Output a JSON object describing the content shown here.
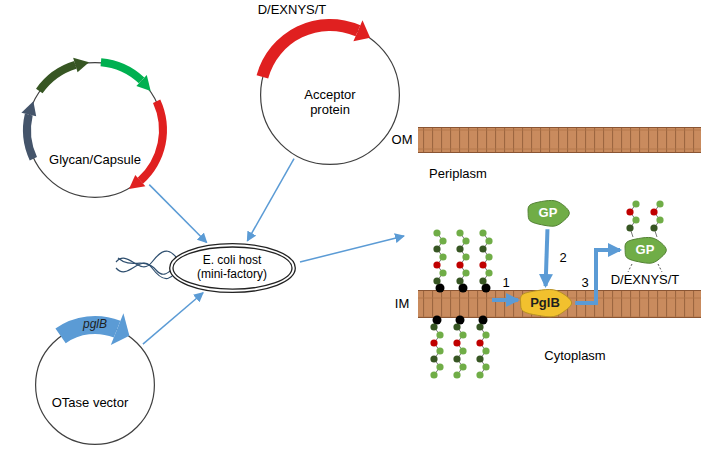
{
  "diagram": {
    "nodes": [
      {
        "text": [
          "Glycan/Capsule"
        ]
      },
      {
        "text": [
          "Acceptor protein"
        ]
      },
      {
        "text": [
          "E. coli host (mini-factory)"
        ]
      },
      {
        "text": [
          "OTase vector"
        ]
      },
      {
        "text": [
          "GP"
        ]
      },
      {
        "text": [
          "PglB"
        ]
      },
      {
        "text": [
          "GP"
        ]
      }
    ],
    "edges": [
      {
        "from": 0,
        "to": 2,
        "arrow": "to"
      },
      {
        "from": 1,
        "to": 2,
        "arrow": "to"
      },
      {
        "from": 3,
        "to": 2,
        "arrow": "to"
      },
      {
        "from": 4,
        "to": 5,
        "arrow": "to",
        "label": "2"
      },
      {
        "from": 5,
        "to": 6,
        "arrow": "to",
        "label": "3"
      }
    ],
    "labels": [
      "D/EXNYS/T",
      "pglB",
      "OM",
      "Periplasm",
      "IM",
      "Cytoplasm",
      "1",
      "D/EXNYS/T"
    ]
  }
}
